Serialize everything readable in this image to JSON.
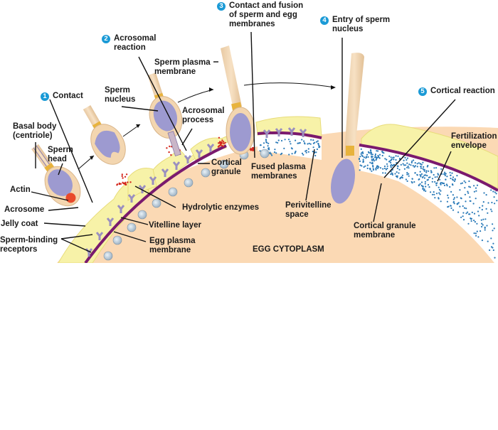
{
  "title": "Acrosomal and cortical reactions during sea urchin fertilization",
  "steps": [
    {
      "number": "1",
      "label": "Contact"
    },
    {
      "number": "2",
      "label": "Acrosomal\nreaction"
    },
    {
      "number": "3",
      "label": "Contact and fusion\nof sperm and egg\nmembranes"
    },
    {
      "number": "4",
      "label": "Entry of sperm\nnucleus"
    },
    {
      "number": "5",
      "label": "Cortical reaction"
    }
  ],
  "labels": {
    "basal_body": "Basal body\n(centriole)",
    "sperm_head": "Sperm\nhead",
    "actin": "Actin",
    "acrosome": "Acrosome",
    "jelly_coat": "Jelly coat",
    "sperm_binding_receptors": "Sperm-binding\nreceptors",
    "sperm_nucleus": "Sperm\nnucleus",
    "sperm_plasma_membrane": "Sperm plasma\nmembrane",
    "acrosomal_process": "Acrosomal\nprocess",
    "cortical_granule": "Cortical\ngranule",
    "hydrolytic_enzymes": "Hydrolytic enzymes",
    "vitelline_layer": "Vitelline layer",
    "egg_plasma_membrane": "Egg plasma\nmembrane",
    "fused_plasma_membranes": "Fused plasma\nmembranes",
    "perivitelline_space": "Perivitelline\nspace",
    "cortical_granule_membrane": "Cortical granule\nmembrane",
    "fertilization_envelope": "Fertilization\nenvelope",
    "egg_cytoplasm": "EGG CYTOPLASM"
  },
  "colors": {
    "step_badge": "#1a9ad6",
    "cytoplasm": "#fbd9b4",
    "jelly": "#f7f2a8",
    "vitelline": "#7a1a6e",
    "nucleus": "#9d9ad0",
    "sperm_body": "#f3d6b0",
    "receptor": "#9a8fc0",
    "enzyme_dots": "#d4281e",
    "cortical_dots": "#2a7ab8"
  }
}
